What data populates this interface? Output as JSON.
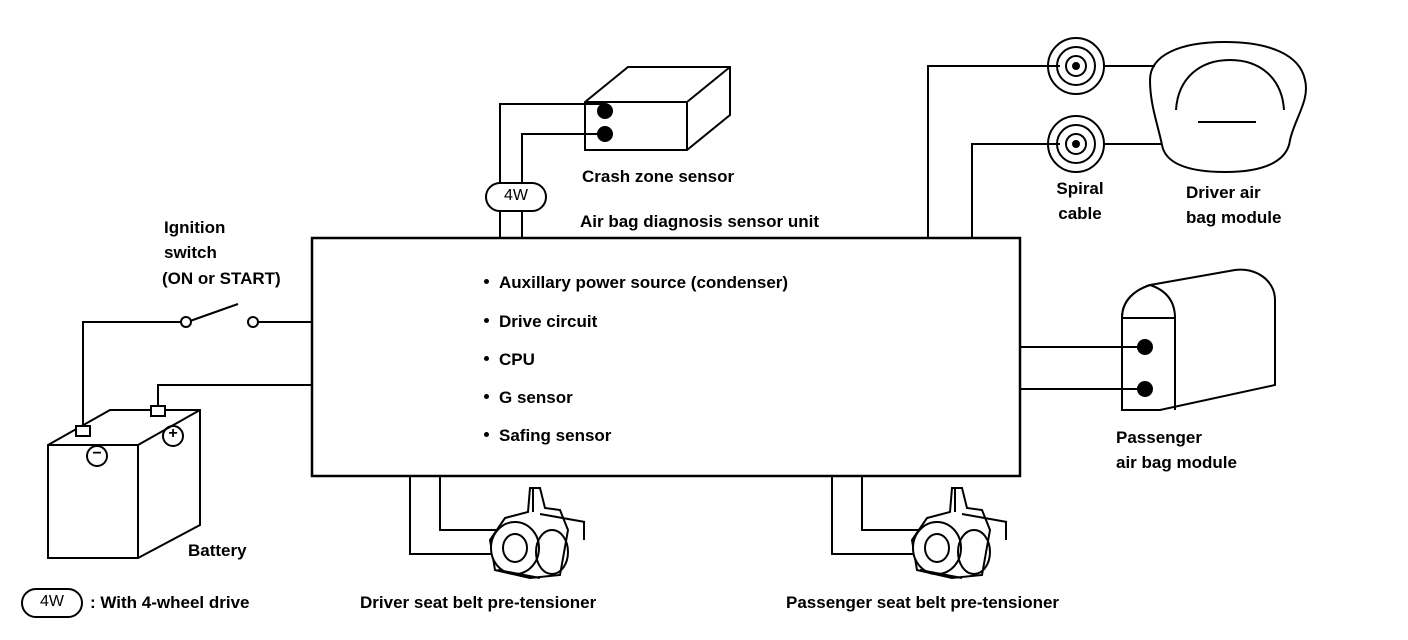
{
  "labels": {
    "crash_zone_sensor": "Crash zone sensor",
    "diagnosis_unit": "Air bag diagnosis sensor unit",
    "ignition_line1": "Ignition",
    "ignition_line2": "switch",
    "ignition_line3": "(ON or START)",
    "spiral_line1": "Spiral",
    "spiral_line2": "cable",
    "driver_airbag_line1": "Driver air",
    "driver_airbag_line2": "bag module",
    "passenger_airbag_line1": "Passenger",
    "passenger_airbag_line2": "air bag module",
    "battery": "Battery",
    "driver_pretensioner": "Driver seat belt pre-tensioner",
    "passenger_pretensioner": "Passenger seat belt pre-tensioner"
  },
  "ecu_items": [
    "Auxillary power source (condenser)",
    "Drive circuit",
    "CPU",
    "G sensor",
    "Safing sensor"
  ],
  "badge": {
    "text": "4W",
    "legend": ": With 4-wheel drive"
  },
  "battery_terminals": {
    "negative": "−",
    "positive": "+"
  }
}
